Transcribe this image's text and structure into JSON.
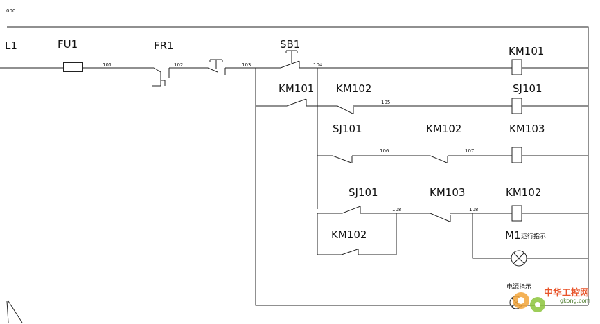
{
  "corner_text": "000",
  "labels": {
    "L1": "L1",
    "FU1": "FU1",
    "FR1": "FR1",
    "SB1": "SB1",
    "km101_coil": "KM101",
    "km101_contact": "KM101",
    "km102_a": "KM102",
    "sj101_coil": "SJ101",
    "sj101_a": "SJ101",
    "km102_b": "KM102",
    "km103_coil": "KM103",
    "sj101_b": "SJ101",
    "km103_contact": "KM103",
    "km102_coil": "KM102",
    "km102_hold": "KM102",
    "M1": "M1",
    "run_indicator": "运行指示",
    "power_indicator": "电源指示"
  },
  "nodes": {
    "n101": "101",
    "n102": "102",
    "n103": "103",
    "n104": "104",
    "n105": "105",
    "n106": "106",
    "n107": "107",
    "n108a": "108",
    "n108b": "108"
  },
  "watermark": {
    "text": "中华工控网",
    "url": "gkong.com",
    "color": "#e8542a"
  }
}
